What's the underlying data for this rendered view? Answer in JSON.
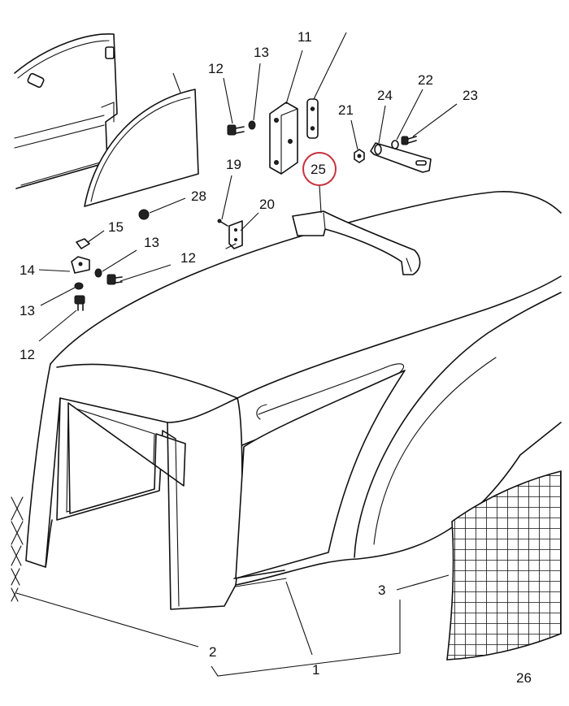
{
  "labels": {
    "l1": "1",
    "l2": "2",
    "l3": "3",
    "l11": "11",
    "l12a": "12",
    "l12b": "12",
    "l12c": "12",
    "l13a": "13",
    "l13b": "13",
    "l13c": "13",
    "l14": "14",
    "l15": "15",
    "l19": "19",
    "l20": "20",
    "l21": "21",
    "l22": "22",
    "l23": "23",
    "l24": "24",
    "l25": "25",
    "l26": "26",
    "l28": "28"
  },
  "colors": {
    "line": "#111111",
    "highlight_circle": "#c8323c",
    "background": "#ffffff"
  },
  "highlighted_part": "25"
}
